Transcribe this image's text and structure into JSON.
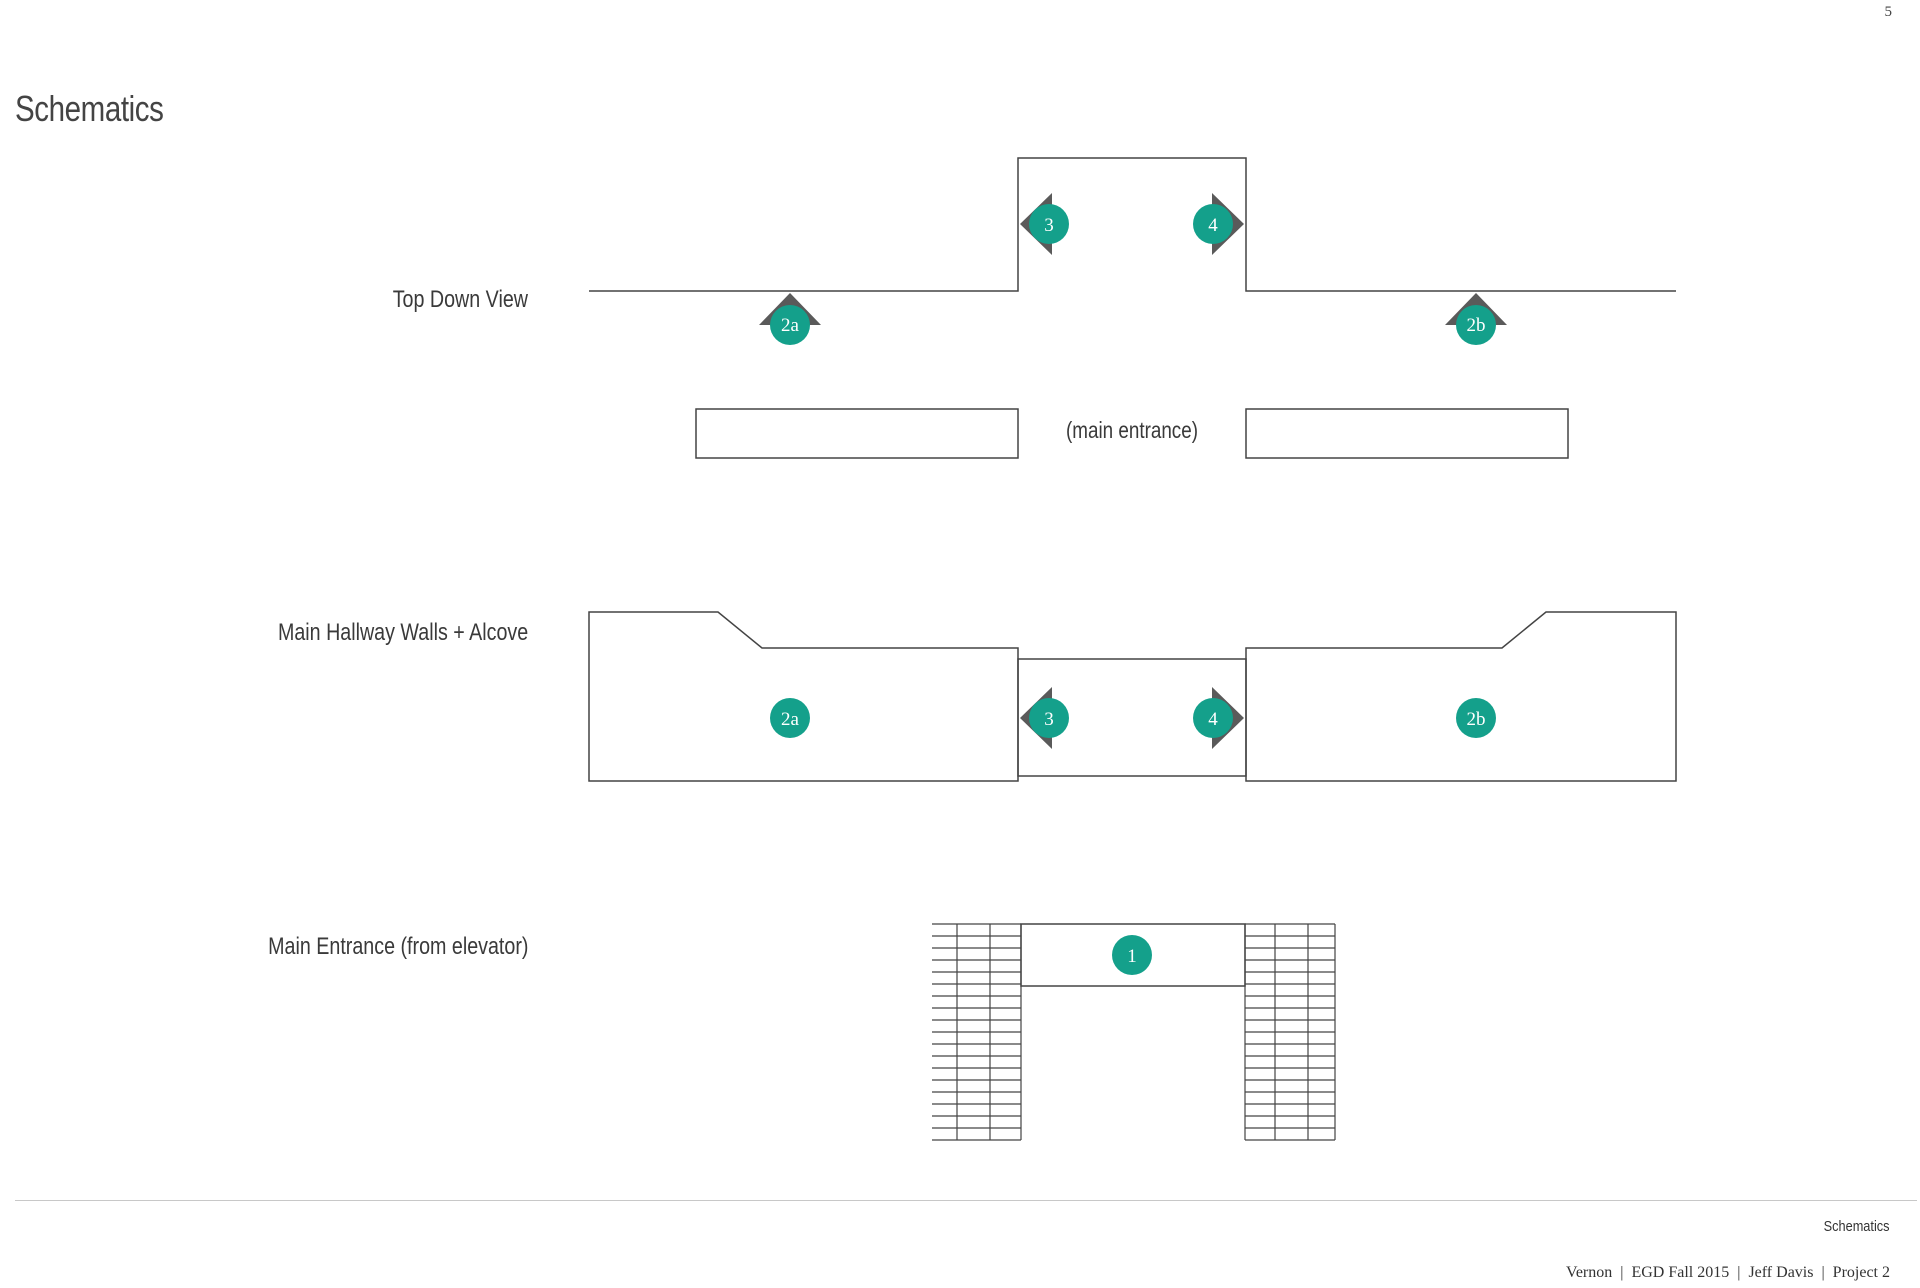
{
  "page_number": "5",
  "title": "Schematics",
  "rows": {
    "top_down": {
      "label": "Top Down View",
      "entrance_label": "(main entrance)"
    },
    "hallway": {
      "label": "Main Hallway Walls + Alcove"
    },
    "entrance": {
      "label": "Main Entrance (from elevator)"
    }
  },
  "markers": {
    "m1": "1",
    "m2a": "2a",
    "m2b": "2b",
    "m3": "3",
    "m4": "4"
  },
  "footer": {
    "section": "Schematics",
    "credits": [
      "Vernon",
      "EGD Fall 2015",
      "Jeff Davis",
      "Project 2"
    ],
    "separator": "|"
  },
  "colors": {
    "marker": "#14a08b",
    "arrow": "#5a5a5a",
    "line": "#444444"
  }
}
